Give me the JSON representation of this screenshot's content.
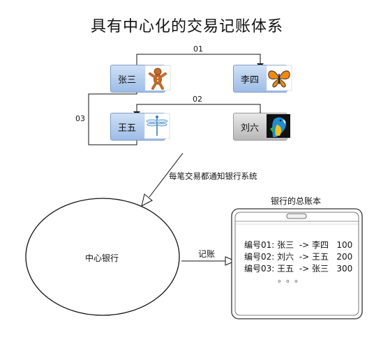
{
  "title": "具有中心化的交易记账体系",
  "nodes": {
    "zhangsan": "张三",
    "lisi": "李四",
    "wangwu": "王五",
    "liuliu": "刘六"
  },
  "edges": {
    "e01": "01",
    "e02": "02",
    "e03": "03"
  },
  "notify_label": "每笔交易都通知银行系统",
  "bank_label": "中心银行",
  "record_label": "记账",
  "ledger": {
    "title": "银行的总账本",
    "rows": [
      "编号01: 张三  -> 李四   100",
      "编号02: 刘六  -> 王五   200",
      "编号03: 王五  -> 张三   300"
    ],
    "ellipsis": "。。。"
  }
}
